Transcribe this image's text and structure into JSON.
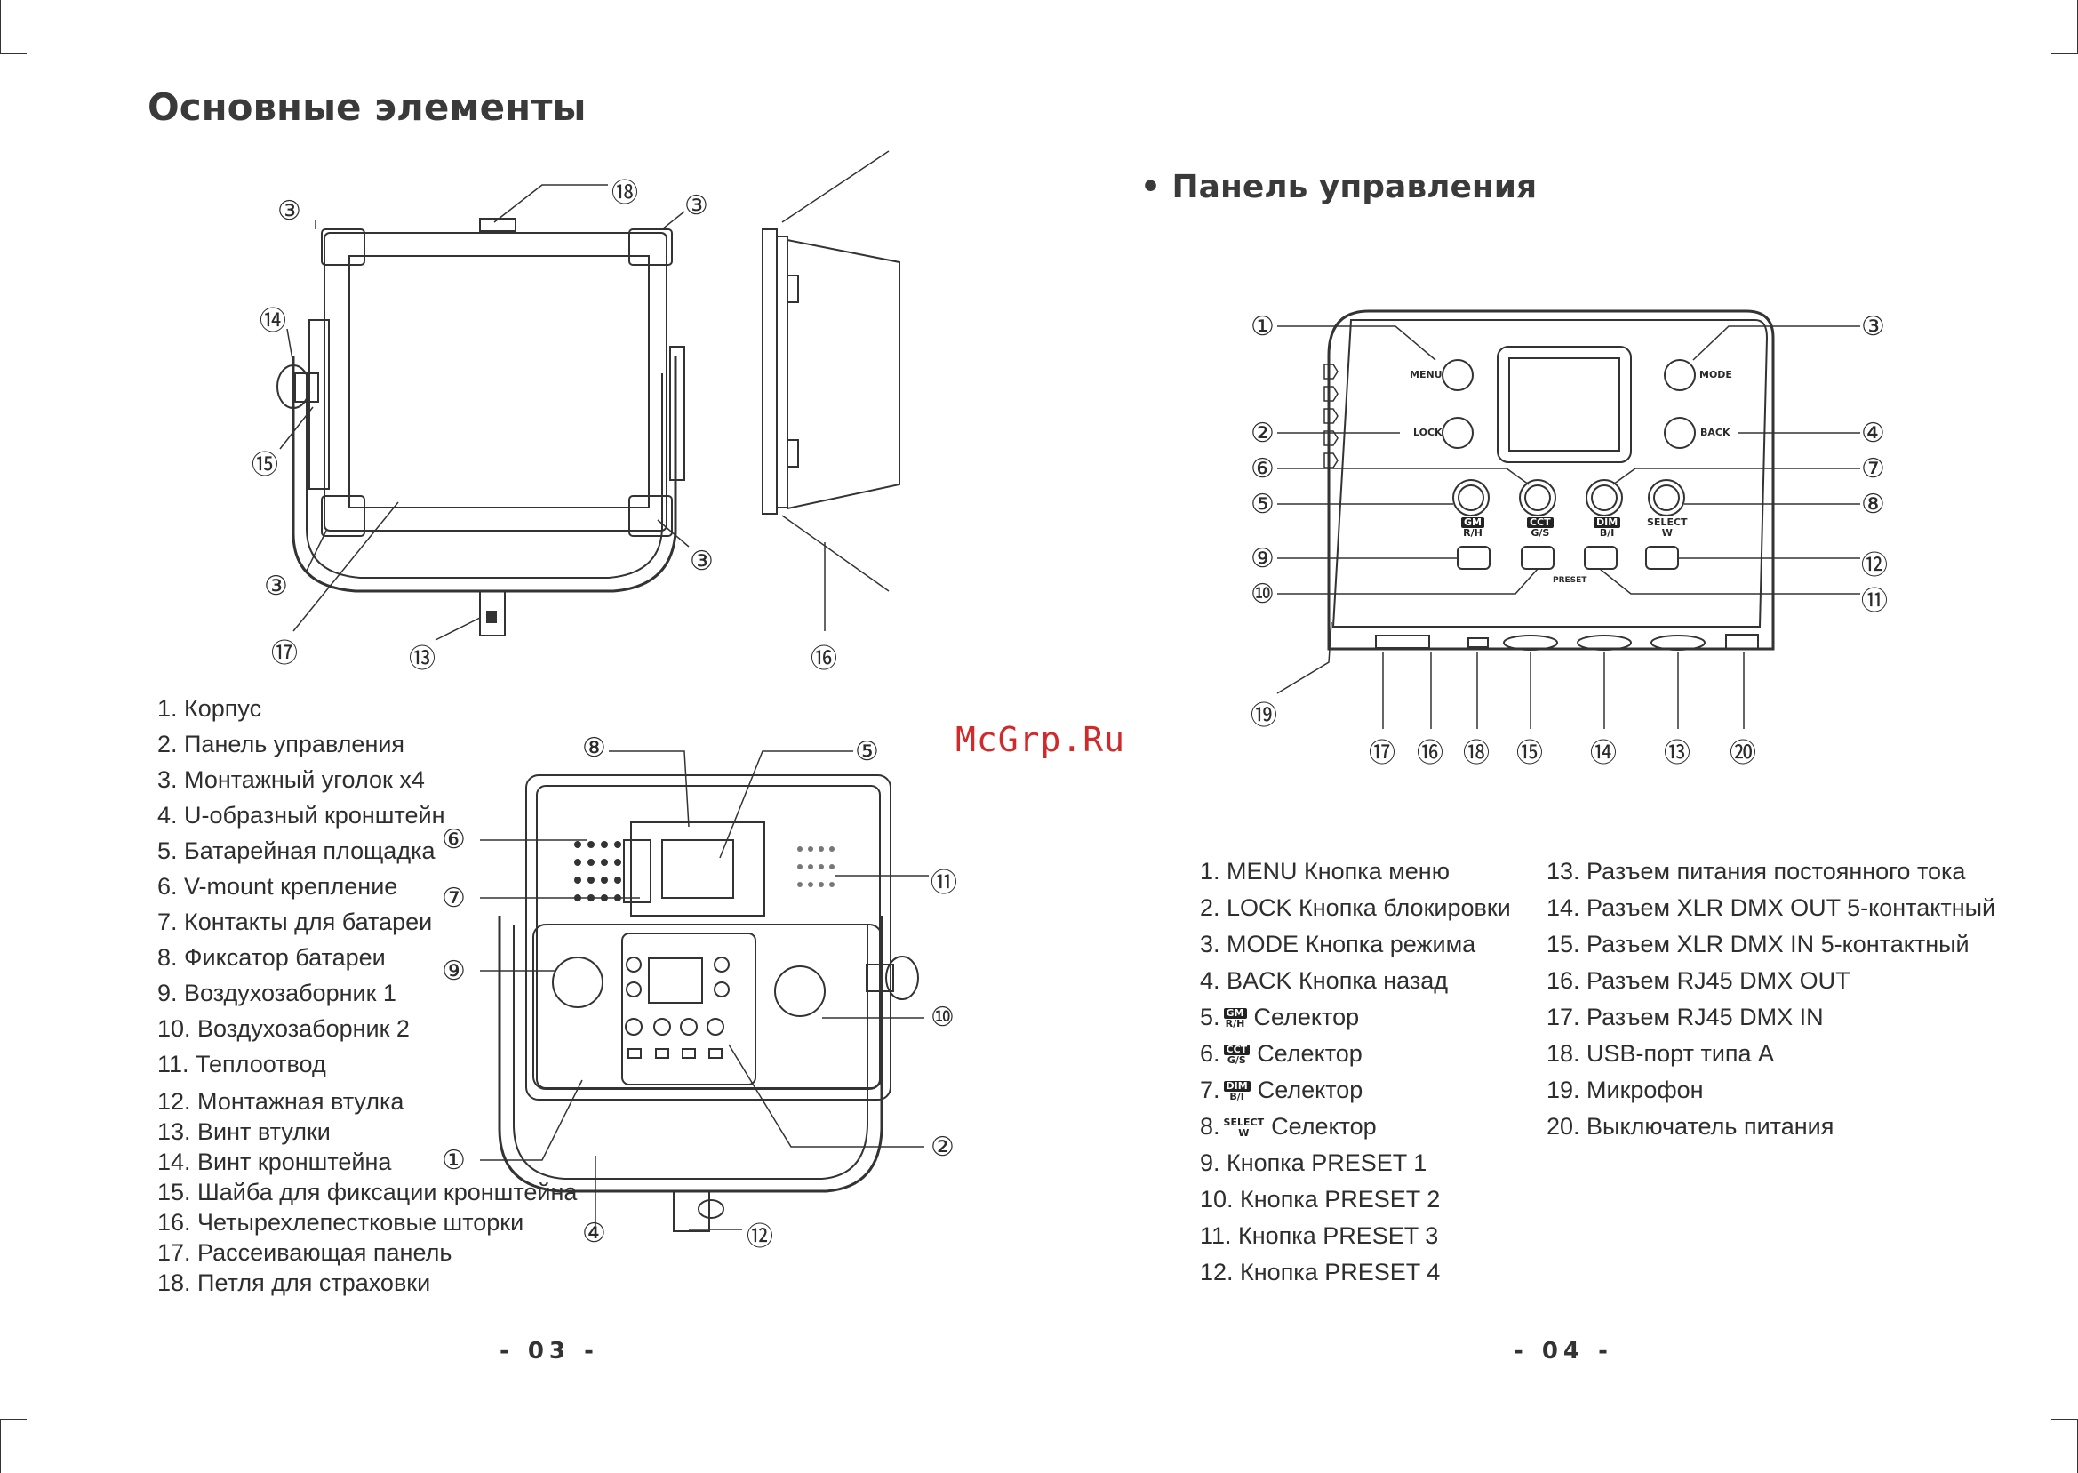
{
  "title": "Основные элементы",
  "panel_title": "• Панель управления",
  "watermark": "McGrp.Ru",
  "page_left": "- 03 -",
  "page_right": "- 04 -",
  "left_list": [
    "1. Корпус",
    "2. Панель управления",
    "3. Монтажный уголок х4",
    "4. U-образный кронштейн",
    "5. Батарейная площадка",
    "6. V-mount крепление",
    "7. Контакты для батареи",
    "8. Фиксатор батареи",
    "9. Воздухозаборник 1",
    "10. Воздухозаборник 2",
    "11. Теплоотвод",
    "12. Монтажная втулка",
    "13. Винт втулки",
    "14. Винт кронштейна",
    "15. Шайба для фиксации кронштейна",
    "16. Четырехлепестковые шторки",
    "17. Рассеивающая панель",
    "18. Петля для страховки"
  ],
  "panel_list_col1": [
    "1. MENU Кнопка меню",
    "2. LOCK Кнопка блокировки",
    "3. MODE Кнопка режима",
    "4. BACK Кнопка назад",
    "Селектор",
    "Селектор",
    "Селектор",
    "Селектор",
    "9. Кнопка PRESET 1",
    "10. Кнопка PRESET 2",
    "11. Кнопка PRESET 3",
    "12. Кнопка PRESET 4"
  ],
  "selector_numbers": [
    "5.",
    "6.",
    "7.",
    "8."
  ],
  "selector_icons": [
    {
      "top": "GM",
      "bottom": "R/H"
    },
    {
      "top": "CCT",
      "bottom": "G/S"
    },
    {
      "top": "DIM",
      "bottom": "B/I"
    },
    {
      "top": "SELECT",
      "bottom": "W"
    }
  ],
  "panel_list_col2": [
    "13. Разъем питания постоянного тока",
    "14. Разъем XLR DMX OUT 5-контактный",
    "15. Разъем XLR DMX IN 5-контактный",
    "16. Разъем RJ45 DMX OUT",
    "17. Разъем RJ45 DMX IN",
    "18. USB-порт типа A",
    "19. Микрофон",
    "20. Выключатель питания"
  ],
  "control_panel_labels": {
    "menu": "MENU",
    "lock": "LOCK",
    "mode": "MODE",
    "back": "BACK",
    "preset": "PRESET",
    "gm": "GM",
    "rh": "R/H",
    "cct": "CCT",
    "gs": "G/S",
    "dim": "DIM",
    "bi": "B/I",
    "select": "SELECT",
    "w": "W"
  },
  "callout_numbers": [
    "①",
    "②",
    "③",
    "④",
    "⑤",
    "⑥",
    "⑦",
    "⑧",
    "⑨",
    "⑩",
    "⑪",
    "⑫",
    "⑬",
    "⑭",
    "⑮",
    "⑯",
    "⑰",
    "⑱",
    "⑲",
    "⑳"
  ]
}
